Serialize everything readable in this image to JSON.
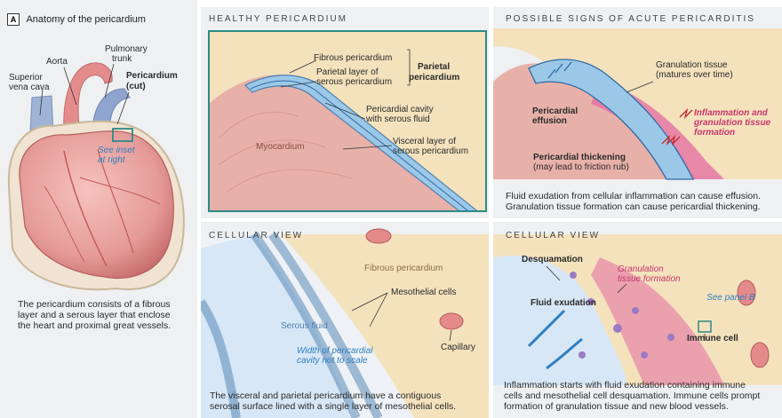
{
  "panelA": {
    "badge": "A",
    "title": "Anatomy of the pericardium",
    "labels": {
      "superior_vena_cava_1": "Superior",
      "superior_vena_cava_2": "vena cava",
      "aorta": "Aorta",
      "pulmonary_trunk_1": "Pulmonary",
      "pulmonary_trunk_2": "trunk",
      "pericardium_1": "Pericardium",
      "pericardium_2": "(cut)",
      "see_inset_1": "See inset",
      "see_inset_2": "at right"
    },
    "caption": [
      "The pericardium consists of a fibrous",
      "layer and a serous layer that enclose",
      "the heart and proximal great vessels."
    ]
  },
  "healthy": {
    "header": "HEALTHY PERICARDIUM",
    "labels": {
      "fibrous": "Fibrous pericardium",
      "parietal_layer_1": "Parietal layer of",
      "parietal_layer_2": "serous pericardium",
      "parietal_peri_1": "Parietal",
      "parietal_peri_2": "pericardium",
      "cavity_1": "Pericardial cavity",
      "cavity_2": "with serous fluid",
      "myocardium": "Myocardium",
      "visceral_1": "Visceral layer of",
      "visceral_2": "serous pericardium"
    }
  },
  "signs": {
    "header": "POSSIBLE SIGNS OF ACUTE PERICARDITIS",
    "labels": {
      "granulation_1": "Granulation tissue",
      "granulation_2": "(matures over time)",
      "effusion_1": "Pericardial",
      "effusion_2": "effusion",
      "inflammation_1": "Inflammation and",
      "inflammation_2": "granulation tissue",
      "inflammation_3": "formation",
      "thickening_1": "Pericardial thickening",
      "thickening_2": "(may lead to friction rub)"
    },
    "caption": [
      "Fluid exudation from cellular inflammation can cause effusion.",
      "Granulation tissue formation can cause pericardial thickening."
    ]
  },
  "cellular_healthy": {
    "header": "CELLULAR VIEW",
    "labels": {
      "fibrous": "Fibrous pericardium",
      "mesothelial": "Mesothelial cells",
      "serous_fluid": "Serous fluid",
      "capillary": "Capillary",
      "width_1": "Width of pericardial",
      "width_2": "cavity not to scale"
    },
    "caption": [
      "The visceral and parietal pericardium have a contiguous",
      "serosal surface lined with a single layer of mesothelial cells."
    ]
  },
  "cellular_acute": {
    "header": "CELLULAR VIEW",
    "labels": {
      "desquamation": "Desquamation",
      "granulation_1": "Granulation",
      "granulation_2": "tissue formation",
      "fluid_exudation": "Fluid exudation",
      "see_panel": "See panel B",
      "immune_cell": "Immune cell"
    },
    "caption": [
      "Inflammation starts with fluid exudation containing immune",
      "cells and mesothelial cell desquamation. Immune cells prompt",
      "formation of granulation tissue and new blood vessels."
    ]
  },
  "colors": {
    "frame_teal": "#2c8a86",
    "panel_bg": "#eef0f2",
    "heart_pink": "#e9a0a0",
    "fibrous_tan": "#f2dfb8",
    "serous_blue": "#9cc8e8",
    "inflam_pink": "#e46aa3"
  }
}
